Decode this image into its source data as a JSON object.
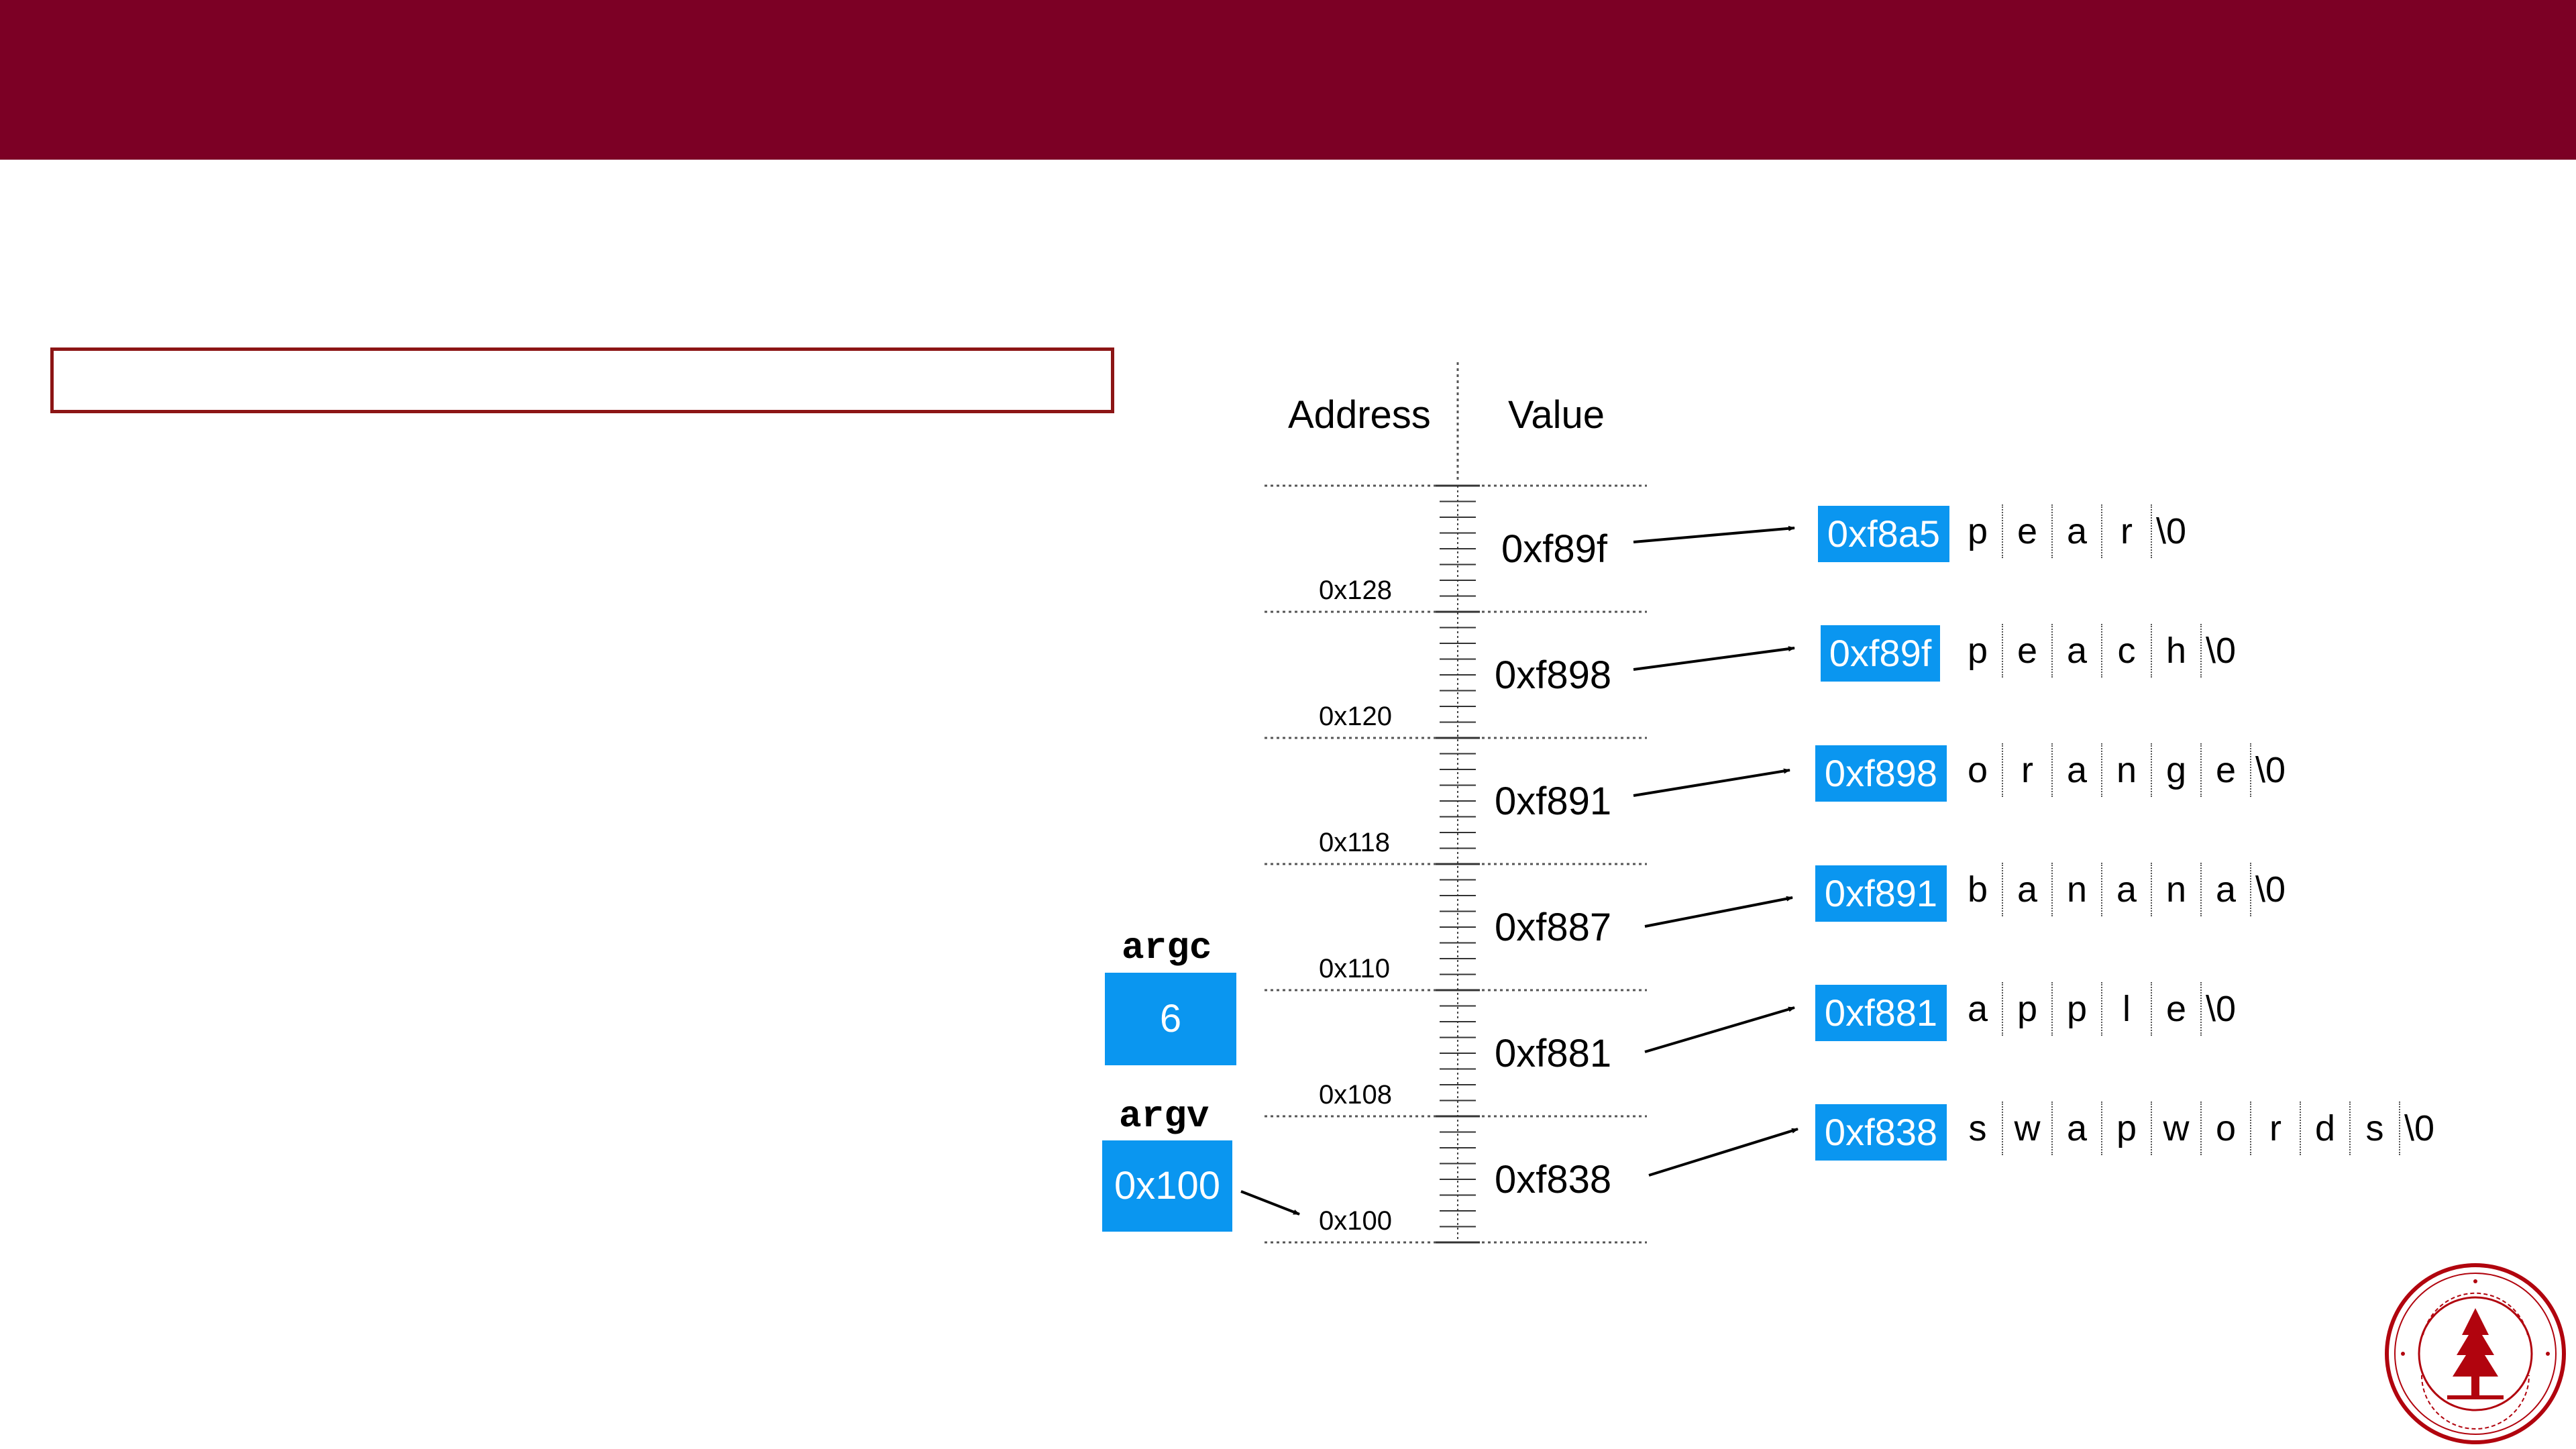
{
  "diagram": {
    "column_headers": {
      "address": "Address",
      "value": "Value"
    },
    "stack_rows": [
      {
        "address": "0x128",
        "value": "0xf89f"
      },
      {
        "address": "0x120",
        "value": "0xf898"
      },
      {
        "address": "0x118",
        "value": "0xf891"
      },
      {
        "address": "0x110",
        "value": "0xf887"
      },
      {
        "address": "0x108",
        "value": "0xf881"
      },
      {
        "address": "0x100",
        "value": "0xf838"
      }
    ],
    "argc": {
      "name": "argc",
      "value": "6"
    },
    "argv": {
      "name": "argv",
      "value": "0x100"
    },
    "strings": [
      {
        "address": "0xf8a5",
        "chars": [
          "p",
          "e",
          "a",
          "r",
          "\\0"
        ]
      },
      {
        "address": "0xf89f",
        "chars": [
          "p",
          "e",
          "a",
          "c",
          "h",
          "\\0"
        ]
      },
      {
        "address": "0xf898",
        "chars": [
          "o",
          "r",
          "a",
          "n",
          "g",
          "e",
          "\\0"
        ]
      },
      {
        "address": "0xf891",
        "chars": [
          "b",
          "a",
          "n",
          "a",
          "n",
          "a",
          "\\0"
        ]
      },
      {
        "address": "0xf881",
        "chars": [
          "a",
          "p",
          "p",
          "l",
          "e",
          "\\0"
        ]
      },
      {
        "address": "0xf838",
        "chars": [
          "s",
          "w",
          "a",
          "p",
          "w",
          "o",
          "r",
          "d",
          "s",
          "\\0"
        ]
      }
    ]
  },
  "colors": {
    "header": "#7c0025",
    "box": "#0a96f0",
    "border": "#8c1515"
  }
}
